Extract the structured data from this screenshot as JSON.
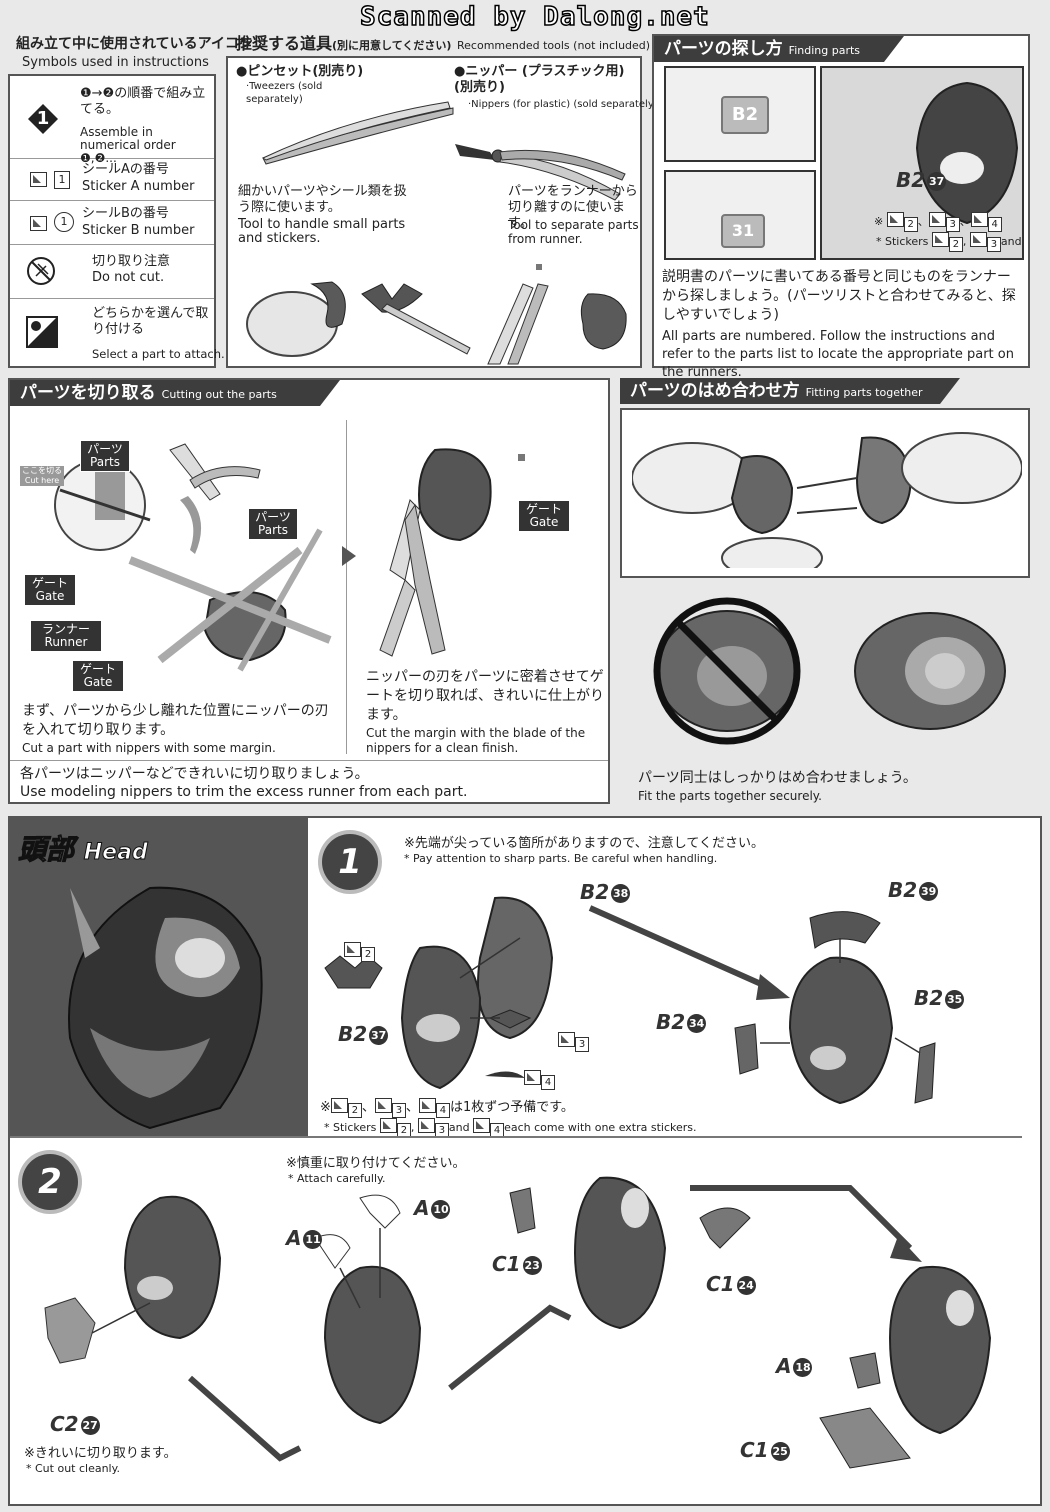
{
  "watermark": "Scanned by Dalong.net",
  "symbols": {
    "title_jp": "組み立て中に使用されているアイコン",
    "title_en": "Symbols used in instructions",
    "rows": [
      {
        "icon": "1",
        "jp": "❶→❷の順番で組み立てる。",
        "en": "Assemble in numerical order ❶,❷..."
      },
      {
        "icon": "1",
        "jp": "シールAの番号",
        "en": "Sticker A number"
      },
      {
        "icon": "1",
        "jp": "シールBの番号",
        "en": "Sticker B number"
      },
      {
        "jp": "切り取り注意",
        "en": "Do not cut."
      },
      {
        "jp": "どちらかを選んで取り付ける",
        "en": "Select a part to attach."
      }
    ]
  },
  "tools": {
    "title_jp": "推奨する道具",
    "title_sub": "(別に用意してください)",
    "title_en": "Recommended tools (not included)",
    "tweezers_jp": "●ピンセット(別売り)",
    "tweezers_en": "·Tweezers (sold separately)",
    "nippers_jp": "●ニッパー (プラスチック用)(別売り)",
    "nippers_en": "·Nippers (for plastic) (sold separately)",
    "tweezers_use_jp": "細かいパーツやシール類を扱う際に使います。",
    "tweezers_use_en": "Tool to handle small parts and stickers.",
    "nippers_use_jp": "パーツをランナーから切り離すのに使います。",
    "nippers_use_en": "Tool to separate parts from runner."
  },
  "finding": {
    "title_jp": "パーツの探し方",
    "title_en": "Finding parts",
    "runner_labels": [
      "B2",
      "31"
    ],
    "part": "B2",
    "part_num": "37",
    "note_jp": "※",
    "note_en": "* Stickers",
    "note_nums": [
      "2",
      "3",
      "4"
    ],
    "note_and": "and",
    "desc_jp": "説明書のパーツに書いてある番号と同じものをランナーから探しましょう。(パーツリストと合わせてみると、探しやすいでしょう)",
    "desc_en": "All parts are numbered. Follow the instructions and refer to the parts list to locate the appropriate part on the runners."
  },
  "cutting": {
    "title_jp": "パーツを切り取る",
    "title_en": "Cutting out the parts",
    "cut_here": "ここを切る Cut here",
    "parts_label": "パーツ Parts",
    "gate_label": "ゲート Gate",
    "runner_label": "ランナー Runner",
    "step1_jp": "まず、パーツから少し離れた位置にニッパーの刃を入れて切り取ります。",
    "step1_en": "Cut a part with nippers with some margin.",
    "step2_jp": "ニッパーの刃をパーツに密着させてゲートを切り取れば、きれいに仕上がります。",
    "step2_en": "Cut the margin with the blade of the nippers for a clean finish.",
    "footer_jp": "各パーツはニッパーなどできれいに切り取りましょう。",
    "footer_en": "Use modeling nippers to trim the excess runner from each part."
  },
  "fitting": {
    "title_jp": "パーツのはめ合わせ方",
    "title_en": "Fitting parts together",
    "desc_jp": "パーツ同士はしっかりはめ合わせましょう。",
    "desc_en": "Fit the parts together securely."
  },
  "head": {
    "title_jp": "頭部",
    "title_en": "Head"
  },
  "step1": {
    "num": "1",
    "warn_jp": "※先端が尖っている箇所がありますので、注意してください。",
    "warn_en": "* Pay attention to sharp parts. Be careful when handling.",
    "parts": [
      {
        "p": "B2",
        "n": "38"
      },
      {
        "p": "B2",
        "n": "39"
      },
      {
        "p": "B2",
        "n": "37"
      },
      {
        "p": "B2",
        "n": "34"
      },
      {
        "p": "B2",
        "n": "35"
      }
    ],
    "stickers": [
      "2",
      "3",
      "4"
    ],
    "spare_jp": "は1枚ずつ予備です。",
    "spare_en": "each come with one extra stickers.",
    "spare_pre_en": "* Stickers",
    "and": "and"
  },
  "step2": {
    "num": "2",
    "attach_jp": "※慎重に取り付けてください。",
    "attach_en": "* Attach carefully.",
    "clean_jp": "※きれいに切り取ります。",
    "clean_en": "* Cut out cleanly.",
    "parts": [
      {
        "p": "A",
        "n": "10"
      },
      {
        "p": "A",
        "n": "11"
      },
      {
        "p": "C1",
        "n": "23"
      },
      {
        "p": "C1",
        "n": "24"
      },
      {
        "p": "C2",
        "n": "27"
      },
      {
        "p": "A",
        "n": "18"
      },
      {
        "p": "C1",
        "n": "25"
      }
    ]
  }
}
